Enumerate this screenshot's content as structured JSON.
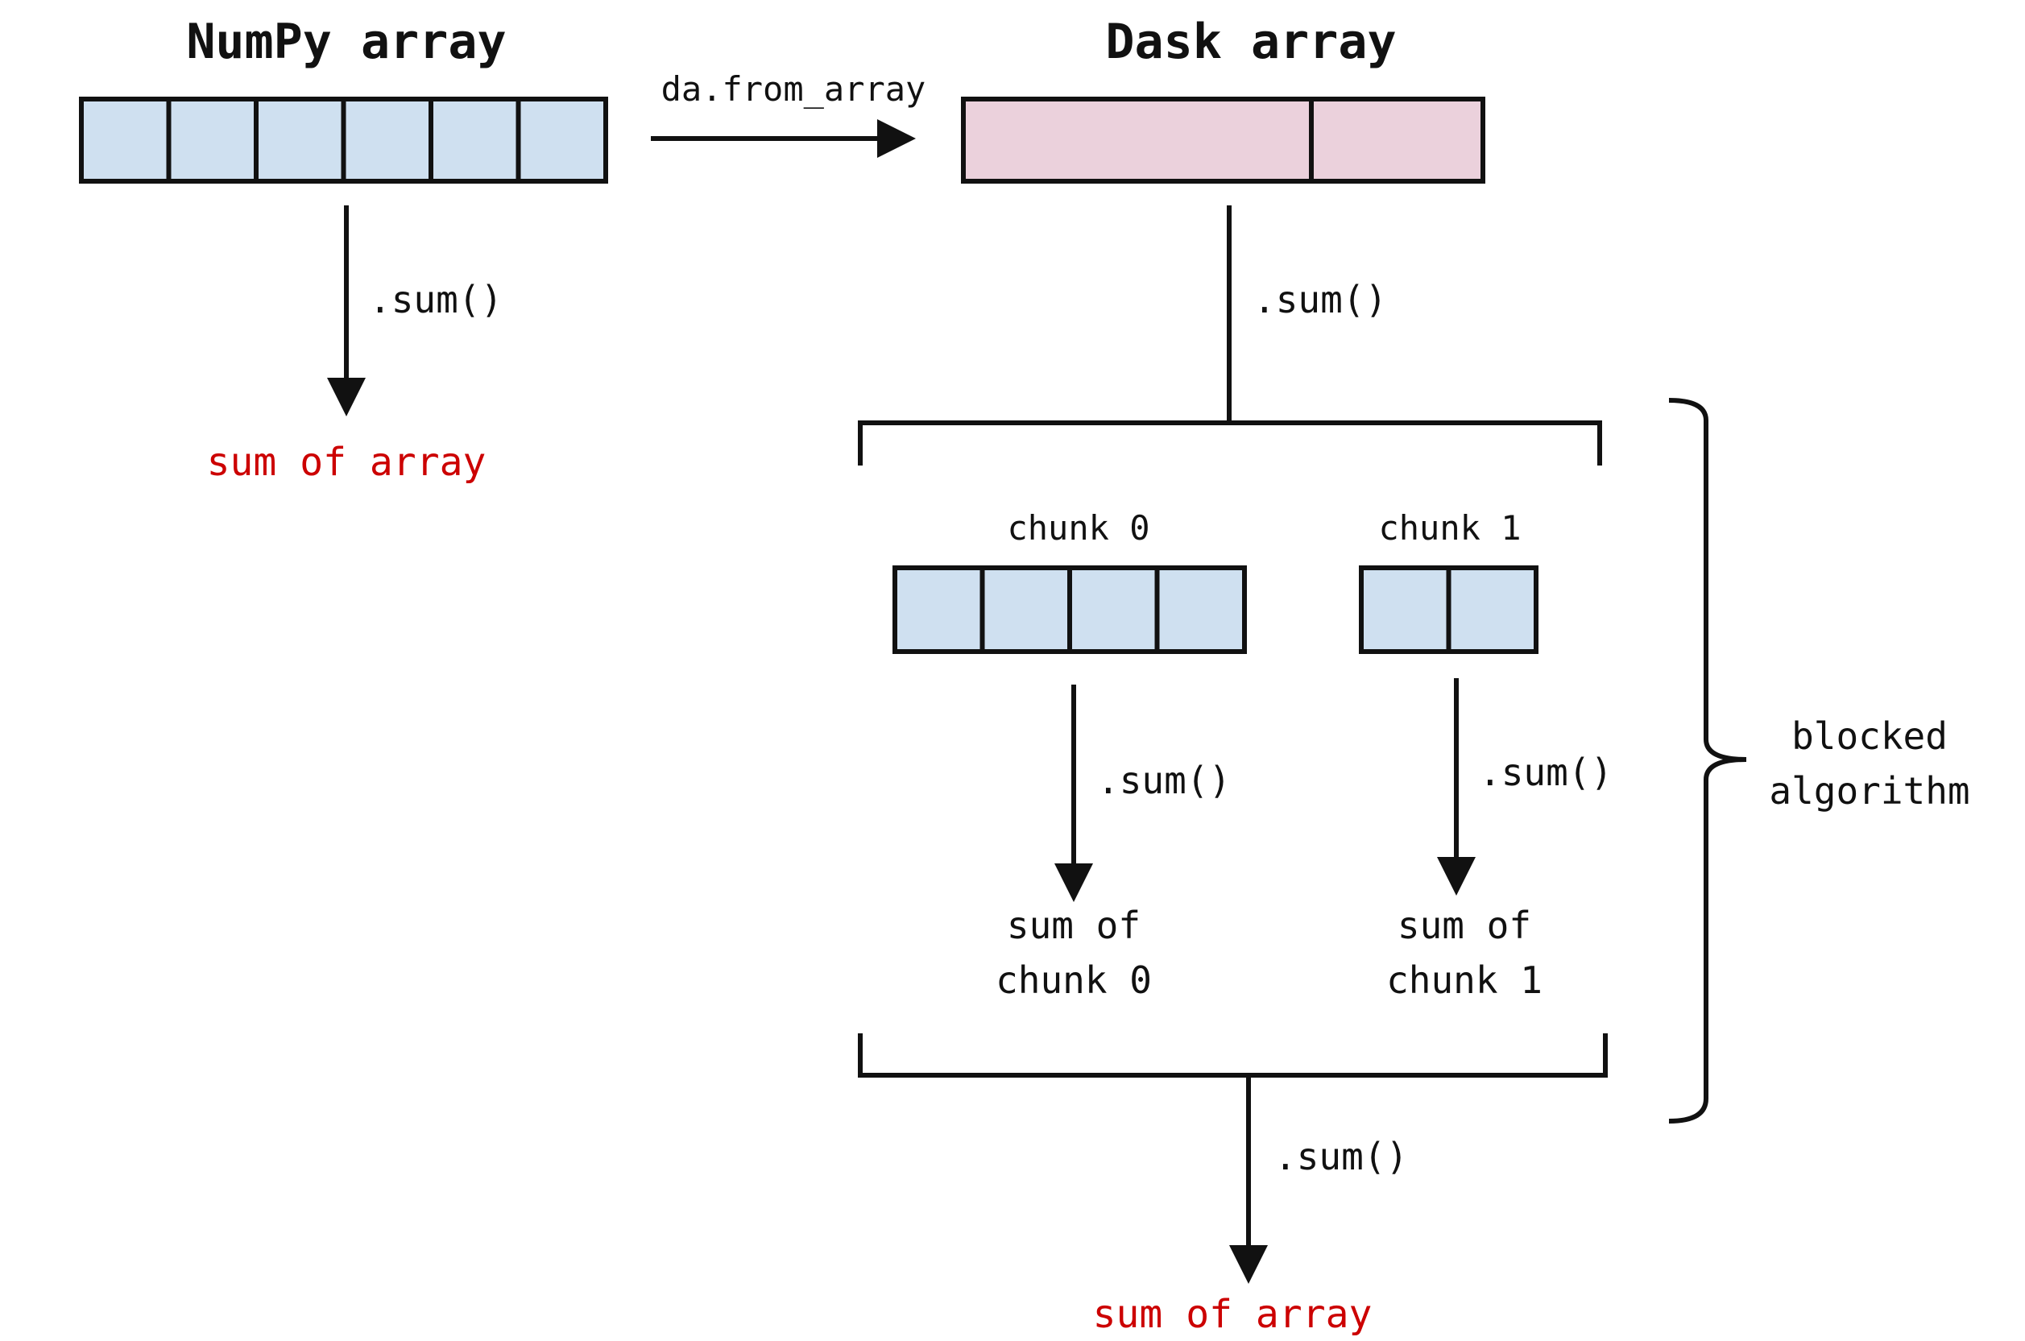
{
  "numpy_title": "NumPy array",
  "dask_title": "Dask array",
  "conversion_label": "da.from_array",
  "numpy_sum_label": ".sum()",
  "numpy_result": "sum of array",
  "dask_sum_label": ".sum()",
  "chunk0_label": "chunk 0",
  "chunk1_label": "chunk 1",
  "chunk0_sum_label": ".sum()",
  "chunk1_sum_label": ".sum()",
  "chunk0_result": [
    "sum of",
    "chunk 0"
  ],
  "chunk1_result": [
    "sum of",
    "chunk 1"
  ],
  "final_sum_label": ".sum()",
  "final_result": "sum of array",
  "brace_label": [
    "blocked",
    "algorithm"
  ],
  "colors": {
    "numpy_fill": "#cfe0f0",
    "dask_fill": "#ebd1dc",
    "result_text": "#cc0000",
    "ink": "#111111"
  },
  "cells": {
    "numpy_array": 6,
    "dask_array_chunks": 2,
    "chunk0": 4,
    "chunk1": 2
  }
}
